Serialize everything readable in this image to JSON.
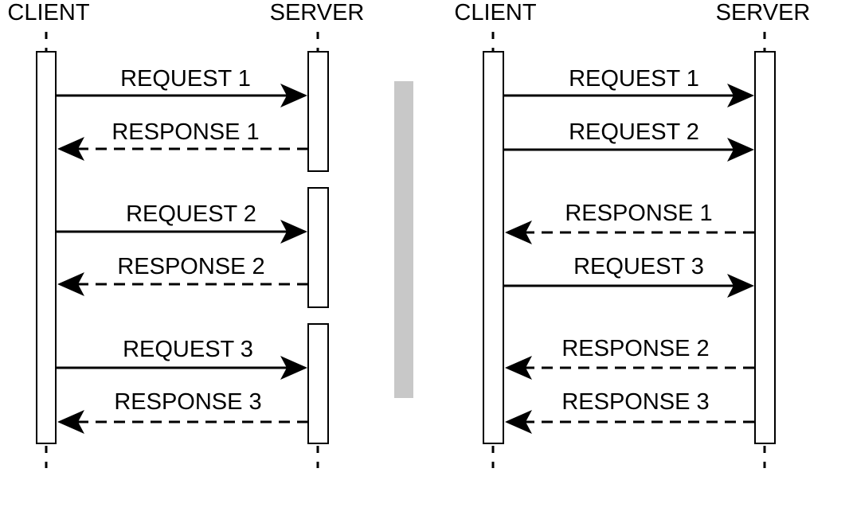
{
  "colors": {
    "ink": "#000000",
    "background": "#ffffff",
    "divider": "#c8c8c8"
  },
  "left_panel": {
    "client_label": "CLIENT",
    "server_label": "SERVER",
    "messages": [
      {
        "label": "REQUEST 1",
        "direction": "to-server",
        "style": "solid"
      },
      {
        "label": "RESPONSE 1",
        "direction": "to-client",
        "style": "dashed"
      },
      {
        "label": "REQUEST 2",
        "direction": "to-server",
        "style": "solid"
      },
      {
        "label": "RESPONSE 2",
        "direction": "to-client",
        "style": "dashed"
      },
      {
        "label": "REQUEST 3",
        "direction": "to-server",
        "style": "solid"
      },
      {
        "label": "RESPONSE 3",
        "direction": "to-client",
        "style": "dashed"
      }
    ]
  },
  "right_panel": {
    "client_label": "CLIENT",
    "server_label": "SERVER",
    "messages": [
      {
        "label": "REQUEST 1",
        "direction": "to-server",
        "style": "solid"
      },
      {
        "label": "REQUEST 2",
        "direction": "to-server",
        "style": "solid"
      },
      {
        "label": "RESPONSE 1",
        "direction": "to-client",
        "style": "dashed"
      },
      {
        "label": "REQUEST 3",
        "direction": "to-server",
        "style": "solid"
      },
      {
        "label": "RESPONSE 2",
        "direction": "to-client",
        "style": "dashed"
      },
      {
        "label": "RESPONSE 3",
        "direction": "to-client",
        "style": "dashed"
      }
    ]
  }
}
